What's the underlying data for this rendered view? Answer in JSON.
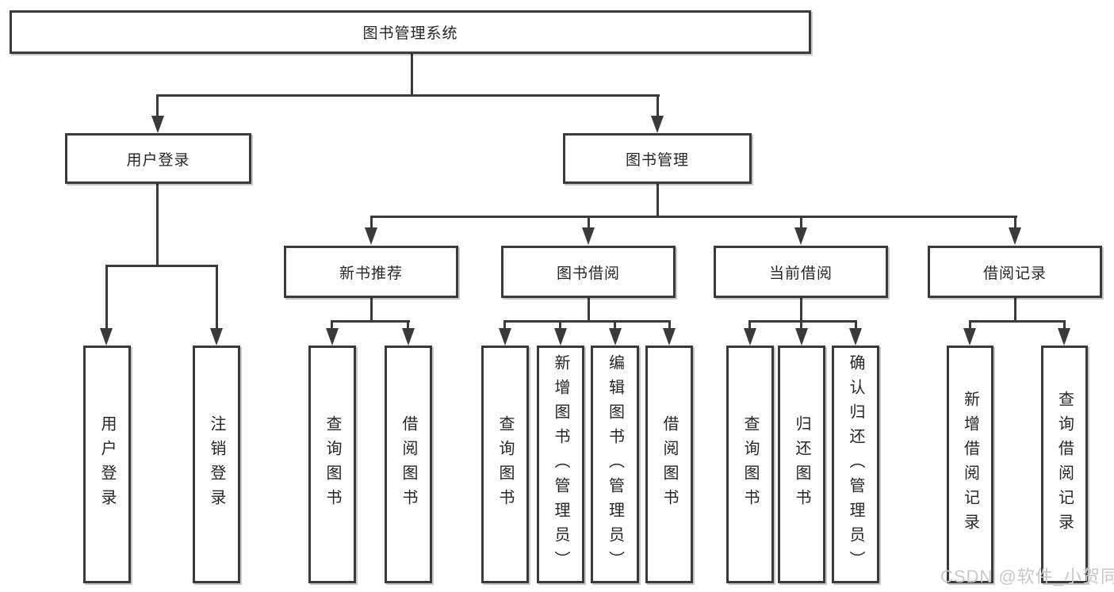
{
  "colors": {
    "line": "#3a3a3a",
    "box_background": "#ffffff",
    "text": "#262626",
    "watermark": "#c8c8c8"
  },
  "watermark": {
    "text": "CSDN @软件_小贺同学"
  },
  "tree": {
    "root": {
      "label": "图书管理系统",
      "children": [
        {
          "label": "用户登录",
          "children": [
            {
              "label": "用户登录"
            },
            {
              "label": "注销登录"
            }
          ]
        },
        {
          "label": "图书管理",
          "children": [
            {
              "label": "新书推荐",
              "children": [
                {
                  "label": "查询图书"
                },
                {
                  "label": "借阅图书"
                }
              ]
            },
            {
              "label": "图书借阅",
              "children": [
                {
                  "label": "查询图书"
                },
                {
                  "label": "新增图书（管理员）"
                },
                {
                  "label": "编辑图书（管理员）"
                },
                {
                  "label": "借阅图书"
                }
              ]
            },
            {
              "label": "当前借阅",
              "children": [
                {
                  "label": "查询图书"
                },
                {
                  "label": "归还图书"
                },
                {
                  "label": "确认归还（管理员）"
                }
              ]
            },
            {
              "label": "借阅记录",
              "children": [
                {
                  "label": "新增借阅记录"
                },
                {
                  "label": "查询借阅记录"
                }
              ]
            }
          ]
        }
      ]
    }
  }
}
